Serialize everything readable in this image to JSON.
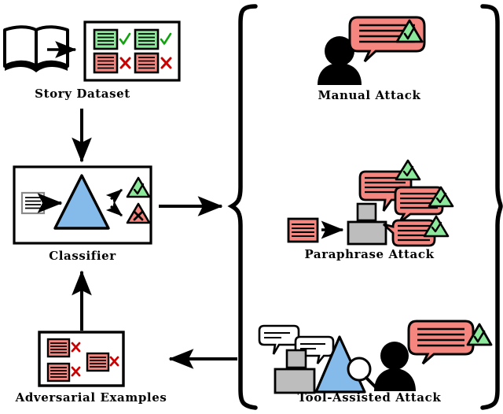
{
  "figure": {
    "type": "pipeline-diagram",
    "background_color": "#ffffff",
    "stroke_color": "#000000",
    "palette": {
      "green_fill": "#8ce89a",
      "red_fill": "#f4867f",
      "blue_fill": "#84bbea",
      "gray_fill": "#bdbdbd",
      "white_fill": "#ffffff",
      "check_green": "#11a30f",
      "cross_red": "#cc0000"
    }
  },
  "left_column": {
    "story_dataset": {
      "label": "Story Dataset",
      "book_icon": "open-book-icon",
      "arrow": "arrow-right",
      "items": [
        {
          "doc_color": "green",
          "mark": "check"
        },
        {
          "doc_color": "green",
          "mark": "check"
        },
        {
          "doc_color": "red",
          "mark": "cross"
        },
        {
          "doc_color": "red",
          "mark": "cross"
        }
      ]
    },
    "classifier": {
      "label": "Classifier",
      "input_doc": "white",
      "model_shape": "blue-triangle",
      "outputs": [
        {
          "shape": "triangle",
          "color": "green",
          "mark": "check"
        },
        {
          "shape": "triangle",
          "color": "red",
          "mark": "cross"
        }
      ]
    },
    "adversarial_examples": {
      "label": "Adversarial Examples",
      "items": [
        {
          "doc_color": "red",
          "mark": "cross"
        },
        {
          "doc_color": "red",
          "mark": "cross"
        },
        {
          "doc_color": "red",
          "mark": "cross"
        }
      ]
    },
    "arrows": [
      {
        "name": "story-to-classifier",
        "direction": "down"
      },
      {
        "name": "classifier-to-brace",
        "direction": "right"
      },
      {
        "name": "brace-to-adversarial",
        "direction": "left"
      },
      {
        "name": "adversarial-to-classifier",
        "direction": "up"
      }
    ]
  },
  "right_column": {
    "brace_left": "{",
    "brace_right": "}",
    "panels": [
      {
        "label": "Manual Attack",
        "actors": [
          "person-icon"
        ],
        "bubbles": [
          {
            "color": "red",
            "tail": "bottom-left"
          }
        ],
        "verdicts": [
          {
            "shape": "triangle",
            "color": "green",
            "mark": "check"
          }
        ]
      },
      {
        "label": "Paraphrase Attack",
        "input_doc": {
          "color": "red"
        },
        "arrow": "arrow-right",
        "machine": "computer-icon",
        "bubbles": [
          {
            "color": "red",
            "tail": "bottom-right"
          },
          {
            "color": "red",
            "tail": "bottom-left"
          },
          {
            "color": "red",
            "tail": "top-left"
          }
        ],
        "verdicts": [
          {
            "shape": "triangle",
            "color": "green",
            "mark": "check"
          },
          {
            "shape": "triangle",
            "color": "green",
            "mark": "check"
          },
          {
            "shape": "triangle",
            "color": "green",
            "mark": "check"
          }
        ]
      },
      {
        "label": "Tool-Assisted Attack",
        "machine": "computer-icon",
        "machine_bubbles": [
          {
            "color": "white",
            "tail": "bottom-left"
          },
          {
            "color": "white",
            "tail": "bottom-right"
          }
        ],
        "tool": {
          "shape": "blue-triangle",
          "overlay": "magnifier-icon"
        },
        "actors": [
          "person-icon"
        ],
        "bubbles": [
          {
            "color": "red",
            "tail": "bottom-left"
          }
        ],
        "verdicts": [
          {
            "shape": "triangle",
            "color": "green",
            "mark": "check"
          }
        ]
      }
    ]
  }
}
